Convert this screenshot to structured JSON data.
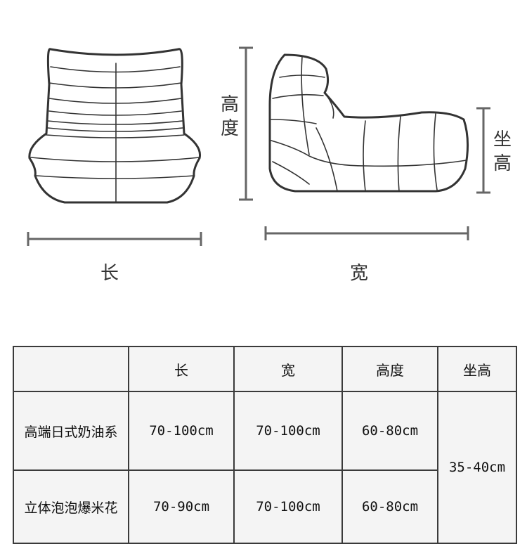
{
  "figure": {
    "front_width_label": "长",
    "front_height_label": "高度",
    "side_depth_label": "宽",
    "side_seat_label": "坐高"
  },
  "table": {
    "headers": [
      "",
      "长",
      "宽",
      "高度",
      "坐高"
    ],
    "rows": [
      {
        "name": "高端日式奶油系",
        "length": "70-100cm",
        "width": "70-100cm",
        "height": "60-80cm"
      },
      {
        "name": "立体泡泡爆米花",
        "length": "70-90cm",
        "width": "70-100cm",
        "height": "60-80cm"
      }
    ],
    "seat_height_shared": "35-40cm"
  }
}
